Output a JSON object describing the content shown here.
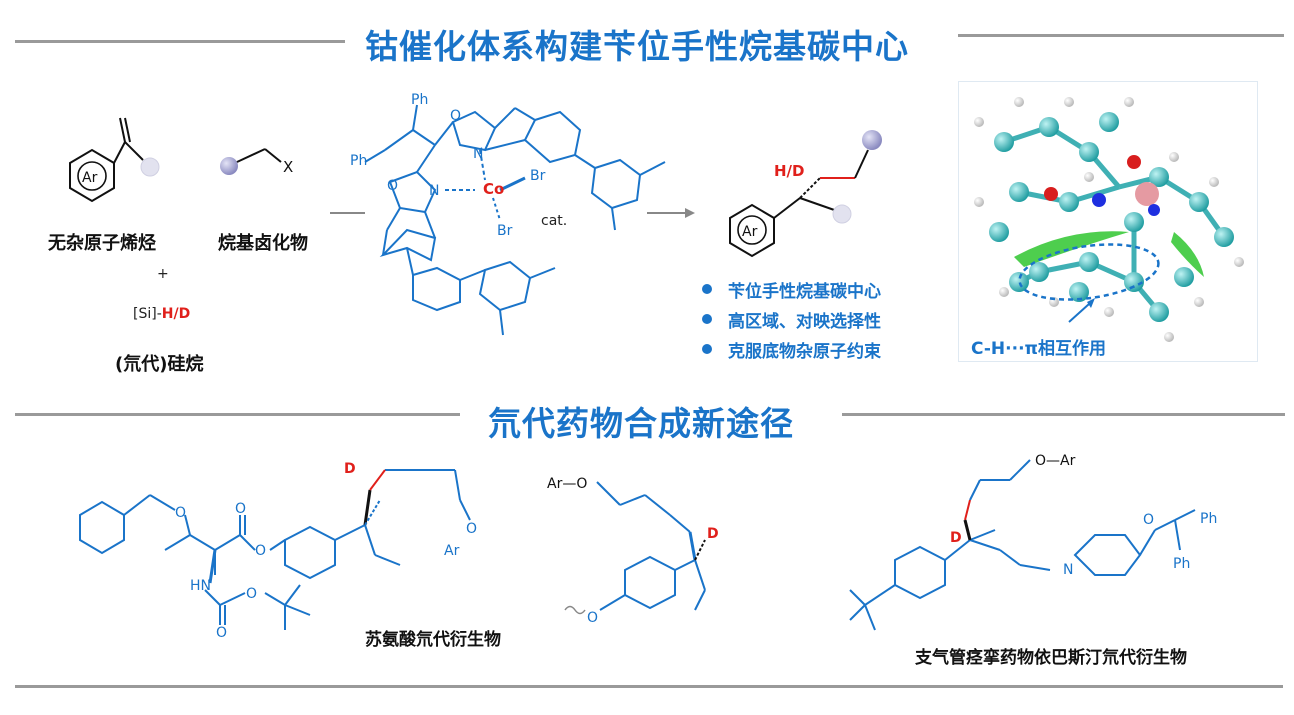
{
  "header": {
    "title": "钴催化体系构建苄位手性烷基碳中心"
  },
  "reagents": {
    "alkene_label": "无杂原子烯烃",
    "halide_label": "烷基卤化物",
    "plus": "+",
    "silane_prefix": "[Si]-",
    "silane_hd": "H/D",
    "silane_label": "(氘代)硅烷",
    "ar": "Ar",
    "x": "X"
  },
  "catalyst": {
    "ph1": "Ph",
    "ph2": "Ph",
    "o1": "O",
    "n1": "N",
    "o2": "O",
    "n2": "N",
    "metal": "Co",
    "br1": "Br",
    "br2": "Br",
    "cat": "cat."
  },
  "product": {
    "hd": "H/D",
    "ar": "Ar"
  },
  "features": [
    "苄位手性烷基碳中心",
    "高区域、对映选择性",
    "克服底物杂原子约束"
  ],
  "model3d": {
    "label": "C-H···π相互作用"
  },
  "section2": {
    "title": "氘代药物合成新途径"
  },
  "examples": {
    "ex1": {
      "label": "苏氨酸氘代衍生物",
      "d": "D",
      "o1": "O",
      "o2": "O",
      "o3": "O",
      "o4": "O",
      "o5": "O",
      "o6": "O",
      "hn": "HN",
      "ar": "Ar"
    },
    "ex2": {
      "ar_o": "Ar—O",
      "d": "D",
      "o": "O"
    },
    "ex3": {
      "label": "支气管痉挛药物依巴斯汀氘代衍生物",
      "o_ar": "O—Ar",
      "d": "D",
      "n": "N",
      "o": "O",
      "ph1": "Ph",
      "ph2": "Ph"
    }
  },
  "colors": {
    "blue": "#1a74c9",
    "red": "#e0201b",
    "rule": "#9a9a9a"
  }
}
